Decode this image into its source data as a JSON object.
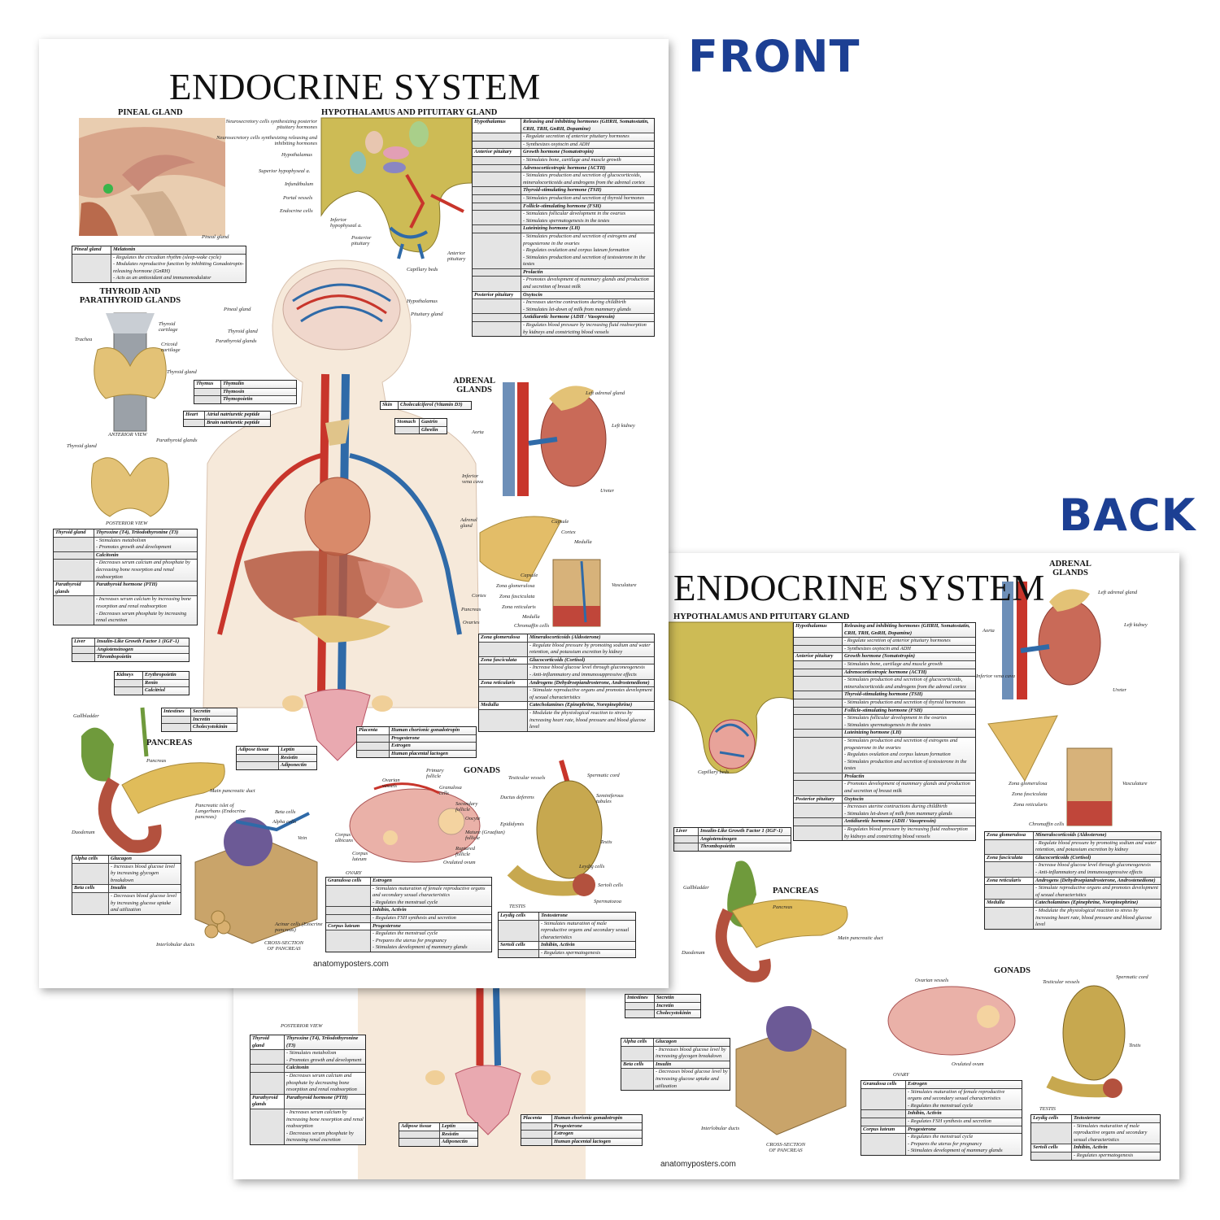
{
  "tags": {
    "front": "FRONT",
    "back": "BACK"
  },
  "poster": {
    "title": "ENDOCRINE SYSTEM",
    "sections": {
      "pineal": "PINEAL GLAND",
      "hypo": "HYPOTHALAMUS AND PITUITARY GLAND",
      "thyroid": "THYROID AND\nPARATHYROID GLANDS",
      "adrenal": "ADRENAL\nGLANDS",
      "pancreas": "PANCREAS",
      "gonads": "GONADS"
    },
    "captions": {
      "anterior": "ANTERIOR VIEW",
      "posterior": "POSTERIOR VIEW",
      "ovary": "OVARY",
      "testis": "TESTIS",
      "cross": "CROSS-SECTION\nOF PANCREAS"
    },
    "website": "anatomyposters.com"
  },
  "labels": {
    "pit": [
      "Neurosecretory cells synthesizing posterior pituitary hormones",
      "Neurosecretory cells synthesizing releasing and inhibiting hormones",
      "Hypothalamus",
      "Superior hypophyseal a.",
      "Infundibulum",
      "Portal vessels",
      "Endocrine cells",
      "Inferior hypophyseal a.",
      "Posterior pituitary",
      "Anterior pituitary",
      "Capillary beds",
      "Pineal gland"
    ],
    "body": [
      "Pineal gland",
      "Hypothalamus",
      "Pituitary gland",
      "Thyroid gland",
      "Parathyroid glands",
      "Adrenal gland",
      "Pancreas",
      "Ovaries"
    ],
    "thy": [
      "Trachea",
      "Thyroid cartilage",
      "Cricoid cartilage",
      "Thyroid gland",
      "Thyroid gland",
      "Parathyroid glands"
    ],
    "adr": [
      "Left adrenal gland",
      "Left kidney",
      "Aorta",
      "Inferior vena cava",
      "Ureter",
      "Capsule",
      "Cortex",
      "Medulla",
      "Capsule",
      "Zona glomerulosa",
      "Zona fasciculata",
      "Zona reticularis",
      "Medulla",
      "Chromaffin cells",
      "Vasculature",
      "Cortex"
    ],
    "pan": [
      "Gallbladder",
      "Pancreas",
      "Main pancreatic duct",
      "Duodenum",
      "Pancreatic islet of Langerhans (Endocrine pancreas)",
      "Beta cells",
      "Alpha cells",
      "Vein",
      "Acinar cells (Exocrine pancreas)",
      "Interlobular ducts"
    ],
    "gon": [
      "Ovarian vessels",
      "Primary follicle",
      "Granulosa cells",
      "Secondary follicle",
      "Oocyte",
      "Mature (Graafian) follicle",
      "Ruptured follicle",
      "Ovulated ovum",
      "Corpus albicans",
      "Corpus luteum",
      "Testicular vessels",
      "Spermatic cord",
      "Ductus deferens",
      "Seminiferous tubules",
      "Epididymis",
      "Testis",
      "Leydig cells",
      "Sertoli cells",
      "Spermatozoa"
    ]
  },
  "tables": {
    "pineal": [
      [
        "Pineal gland",
        "Melatonin",
        1
      ],
      [
        "",
        "- Regulates the circadian rhythm (sleep-wake cycle)\n- Modulates reproductive function by inhibiting Gonadotropin-releasing hormone (GnRH)\n- Acts as an antioxidant and immunomodulator",
        0
      ]
    ],
    "hypo": [
      [
        "Hypothalamus",
        "Releasing and inhibiting hormones (GHRH, Somatostatin, CRH, TRH, GnRH, Dopamine)",
        1
      ],
      [
        "",
        "- Regulate secretion of anterior pituitary hormones",
        0
      ],
      [
        "",
        "- Synthesizes oxytocin and ADH",
        0
      ],
      [
        "Anterior pituitary",
        "Growth hormone (Somatotropin)",
        1
      ],
      [
        "",
        "- Stimulates bone, cartilage and muscle growth",
        0
      ],
      [
        "",
        "Adrenocorticotropic hormone (ACTH)",
        1
      ],
      [
        "",
        "- Stimulates production and secretion of glucocorticoids, mineralocorticoids and androgens from the adrenal cortex",
        0
      ],
      [
        "",
        "Thyroid-stimulating hormone (TSH)",
        1
      ],
      [
        "",
        "- Stimulates production and secretion of thyroid hormones",
        0
      ],
      [
        "",
        "Follicle-stimulating hormone (FSH)",
        1
      ],
      [
        "",
        "- Stimulates follicular development in the ovaries\n- Stimulates spermatogenesis in the testes",
        0
      ],
      [
        "",
        "Luteinizing hormone (LH)",
        1
      ],
      [
        "",
        "- Stimulates production and secretion of estrogens and progesterone in the ovaries\n- Regulates ovulation and corpus luteum formation\n- Stimulates production and secretion of testosterone in the testes",
        0
      ],
      [
        "",
        "Prolactin",
        1
      ],
      [
        "",
        "- Promotes development of mammary glands and production and secretion of breast milk",
        0
      ],
      [
        "Posterior pituitary",
        "Oxytocin",
        1
      ],
      [
        "",
        "- Increases uterine contractions during childbirth\n- Stimulates let-down of milk from mammary glands",
        0
      ],
      [
        "",
        "Antidiuretic hormone (ADH / Vasopressin)",
        1
      ],
      [
        "",
        "- Regulates blood pressure by increasing fluid reabsorption by kidneys and constricting blood vessels",
        0
      ]
    ],
    "thymus": [
      [
        "Thymus",
        "Thymulin",
        1
      ],
      [
        "",
        "Thymosin",
        1
      ],
      [
        "",
        "Thymopoietin",
        1
      ]
    ],
    "heart": [
      [
        "Heart",
        "Atrial natriuretic peptide",
        1
      ],
      [
        "",
        "Brain natriuretic peptide",
        1
      ]
    ],
    "skin": [
      [
        "Skin",
        "Cholecalciferol (Vitamin D3)",
        1
      ]
    ],
    "stomach": [
      [
        "Stomach",
        "Gastrin",
        1
      ],
      [
        "",
        "Ghrelin",
        1
      ]
    ],
    "thyroid": [
      [
        "Thyroid gland",
        "Thyroxine (T4), Triiodothyronine (T3)",
        1
      ],
      [
        "",
        "- Stimulates metabolism\n- Promotes growth and development",
        0
      ],
      [
        "",
        "Calcitonin",
        1
      ],
      [
        "",
        "- Decreases serum calcium and phosphate by decreasing bone resorption and renal reabsorption",
        0
      ],
      [
        "Parathyroid glands",
        "Parathyroid hormone (PTH)",
        1
      ],
      [
        "",
        "- Increases serum calcium by increasing bone resorption and renal reabsorption\n- Decreases serum phosphate by increasing renal excretion",
        0
      ]
    ],
    "liver": [
      [
        "Liver",
        "Insulin-Like Growth Factor 1 (IGF-1)",
        1
      ],
      [
        "",
        "Angiotensinogen",
        1
      ],
      [
        "",
        "Thrombopoietin",
        1
      ]
    ],
    "kidneys": [
      [
        "Kidneys",
        "Erythropoietin",
        1
      ],
      [
        "",
        "Renin",
        1
      ],
      [
        "",
        "Calcitriol",
        1
      ]
    ],
    "intestines": [
      [
        "Intestines",
        "Secretin",
        1
      ],
      [
        "",
        "Incretin",
        1
      ],
      [
        "",
        "Cholecystokinin",
        1
      ]
    ],
    "adipose": [
      [
        "Adipose tissue",
        "Leptin",
        1
      ],
      [
        "",
        "Resistin",
        1
      ],
      [
        "",
        "Adiponectin",
        1
      ]
    ],
    "placenta": [
      [
        "Placenta",
        "Human chorionic gonadotropin",
        1
      ],
      [
        "",
        "Progesterone",
        1
      ],
      [
        "",
        "Estrogen",
        1
      ],
      [
        "",
        "Human placental lactogen",
        1
      ]
    ],
    "adrenal": [
      [
        "Zona glomerulosa",
        "Mineralocorticoids (Aldosterone)",
        1
      ],
      [
        "",
        "- Regulate blood pressure by promoting sodium and water retention, and potassium excretion by kidney",
        0
      ],
      [
        "Zona fasciculata",
        "Glucocorticoids (Cortisol)",
        1
      ],
      [
        "",
        "- Increase blood glucose level through gluconeogenesis\n- Anti-inflammatory and immunosuppressive effects",
        0
      ],
      [
        "Zona reticularis",
        "Androgens (Dehydroepiandrosterone, Androstenedione)",
        1
      ],
      [
        "",
        "- Stimulate reproductive organs and promotes development of sexual characteristics",
        0
      ],
      [
        "Medulla",
        "Catecholamines (Epinephrine, Norepinephrine)",
        1
      ],
      [
        "",
        "- Modulate the physiological reaction to stress by increasing heart rate, blood pressure and blood glucose level",
        0
      ]
    ],
    "pancreas": [
      [
        "Alpha cells",
        "Glucagon",
        1
      ],
      [
        "",
        "- Increases blood glucose level by increasing glycogen breakdown",
        0
      ],
      [
        "Beta cells",
        "Insulin",
        1
      ],
      [
        "",
        "- Decreases blood glucose level by increasing glucose uptake and utilization",
        0
      ]
    ],
    "ovary": [
      [
        "Granulosa cells",
        "Estrogen",
        1
      ],
      [
        "",
        "- Stimulates maturation of female reproductive organs and secondary sexual characteristics\n- Regulates the menstrual cycle",
        0
      ],
      [
        "",
        "Inhibin, Activin",
        1
      ],
      [
        "",
        "- Regulates FSH synthesis and secretion",
        0
      ],
      [
        "Corpus luteum",
        "Progesterone",
        1
      ],
      [
        "",
        "- Regulates the menstrual cycle\n- Prepares the uterus for pregnancy\n- Stimulates development of mammary glands",
        0
      ]
    ],
    "testis": [
      [
        "Leydig cells",
        "Testosterone",
        1
      ],
      [
        "",
        "- Stimulates maturation of male reproductive organs and secondary sexual characteristics",
        0
      ],
      [
        "Sertoli cells",
        "Inhibin, Activin",
        1
      ],
      [
        "",
        "- Regulates spermatogenesis",
        0
      ]
    ]
  },
  "colors": {
    "tag": "#1c3f93",
    "artery": "#c8352b",
    "vein": "#2f6aa8",
    "gland": "#e3c276",
    "skin": "#f6e9da"
  }
}
